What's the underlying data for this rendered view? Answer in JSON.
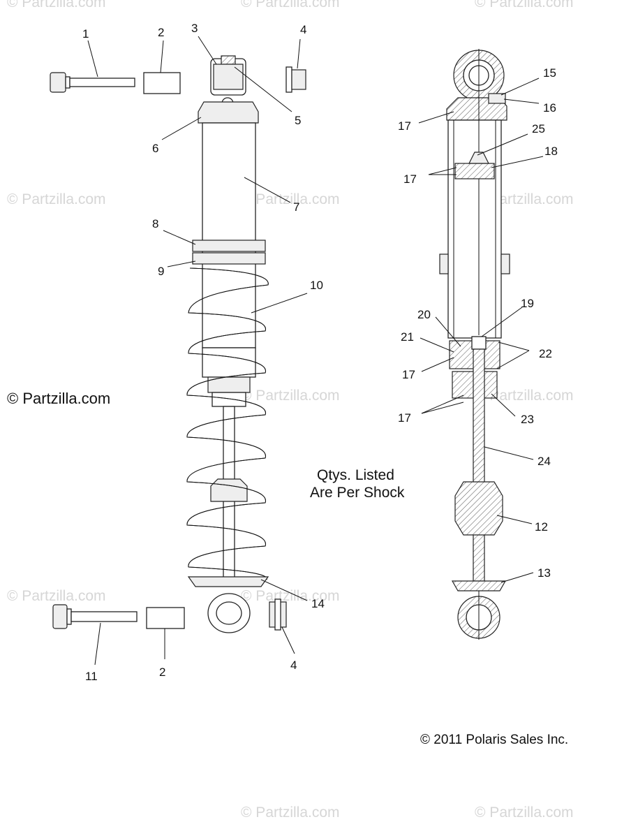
{
  "watermarks": [
    "© Partzilla.com",
    "© Partzilla.com",
    "© Partzilla.com",
    "© Partzilla.com",
    "© Partzilla.com",
    "© Partzilla.com",
    "© Partzilla.com",
    "© Partzilla.com",
    "© Partzilla.com",
    "© Partzilla.com",
    "© Partzilla.com",
    "© Partzilla.com"
  ],
  "watermark_strong": "© Partzilla.com",
  "note_lines": [
    "Qtys. Listed",
    "Are Per Shock"
  ],
  "copyright": "© 2011 Polaris Sales Inc.",
  "callouts": [
    "1",
    "2",
    "3",
    "4",
    "5",
    "6",
    "7",
    "8",
    "9",
    "10",
    "11",
    "2",
    "4",
    "14",
    "15",
    "16",
    "17",
    "25",
    "18",
    "17",
    "20",
    "19",
    "21",
    "22",
    "17",
    "17",
    "23",
    "24",
    "12",
    "13"
  ]
}
